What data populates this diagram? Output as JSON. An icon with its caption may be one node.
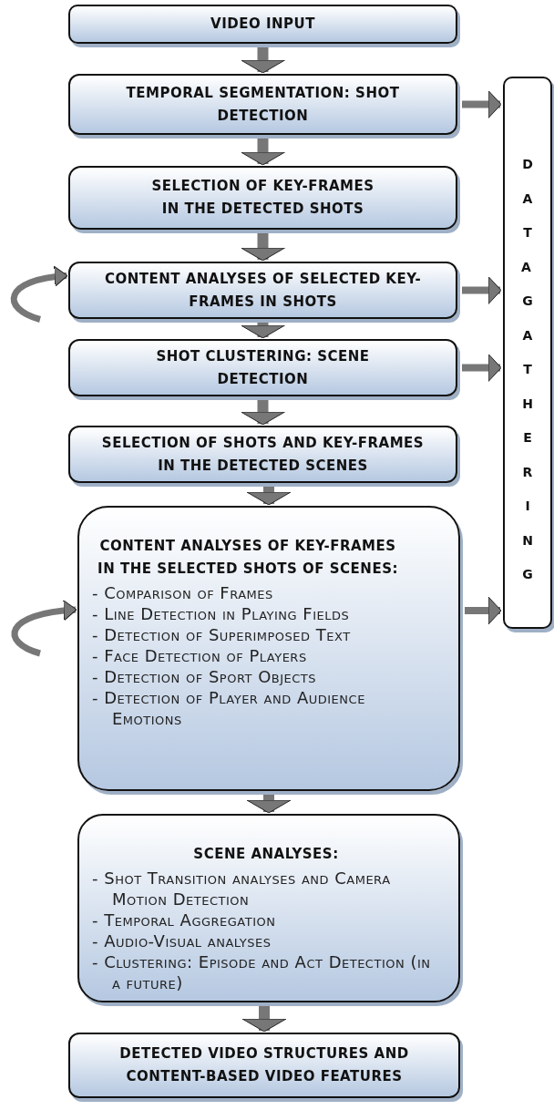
{
  "diagram": {
    "nodes": [
      {
        "text": [
          "VIDEO INPUT"
        ]
      },
      {
        "text": [
          "TEMPORAL SEGMENTATION: SHOT DETECTION"
        ]
      },
      {
        "text": [
          "SELECTION OF KEY-FRAMES IN THE DETECTED SHOTS"
        ]
      },
      {
        "text": [
          "CONTENT ANALYSES OF SELECTED KEY-FRAMES IN SHOTS"
        ]
      },
      {
        "text": [
          "SHOT CLUSTERING: SCENE DETECTION"
        ]
      },
      {
        "text": [
          "SELECTION OF SHOTS AND KEY-FRAMES IN THE DETECTED SCENES"
        ]
      },
      {
        "text": [
          "CONTENT ANALYSES OF KEY-FRAMES IN THE SELECTED SHOTS OF SCENES:",
          "- Comparison of Frames",
          "- Line Detection in Playing Fields",
          "- Detection of Superimposed Text",
          "- Face Detection of Players",
          "- Detection of Sport Objects",
          "- Detection of Player and Audience Emotions"
        ]
      },
      {
        "text": [
          "SCENE ANALYSES:",
          "- Shot Transition analyses and Camera Motion Detection",
          "- Temporal Aggregation",
          "- Audio-Visual analyses",
          "- Clustering: Episode and Act Detection (in a future)"
        ]
      },
      {
        "text": [
          "DETECTED VIDEO STRUCTURES AND CONTENT-BASED VIDEO FEATURES"
        ]
      },
      {
        "text": [
          "DATA GATHERING"
        ]
      }
    ],
    "edges": [
      {
        "from": 0,
        "to": 1,
        "arrow": "to"
      },
      {
        "from": 1,
        "to": 2,
        "arrow": "to"
      },
      {
        "from": 2,
        "to": 3,
        "arrow": "to"
      },
      {
        "from": 3,
        "to": 4,
        "arrow": "to"
      },
      {
        "from": 4,
        "to": 5,
        "arrow": "to"
      },
      {
        "from": 5,
        "to": 6,
        "arrow": "to"
      },
      {
        "from": 6,
        "to": 7,
        "arrow": "to"
      },
      {
        "from": 7,
        "to": 8,
        "arrow": "to"
      },
      {
        "from": 1,
        "to": 9,
        "arrow": "to"
      },
      {
        "from": 3,
        "to": 9,
        "arrow": "to"
      },
      {
        "from": 4,
        "to": 9,
        "arrow": "to"
      },
      {
        "from": 6,
        "to": 9,
        "arrow": "to"
      },
      {
        "from": null,
        "to": 3,
        "arrow": "to"
      },
      {
        "from": null,
        "to": 6,
        "arrow": "to"
      }
    ]
  }
}
